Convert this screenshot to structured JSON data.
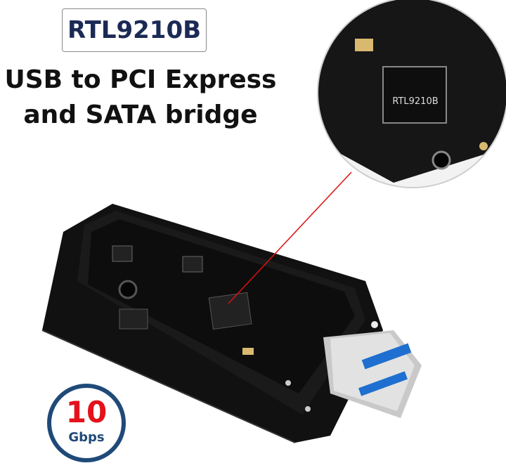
{
  "label": {
    "chip": "RTL9210B"
  },
  "headline": {
    "line1": "USB to PCI Express",
    "line2": "and SATA bridge"
  },
  "magnifier": {
    "chip_marking": "RTL9210B"
  },
  "speed_badge": {
    "value": "10",
    "unit": "Gbps"
  },
  "colors": {
    "navy": "#1b2a55",
    "badge_ring": "#1f4a78",
    "badge_value": "#e3121b",
    "usb_blue": "#1e6fd0"
  }
}
